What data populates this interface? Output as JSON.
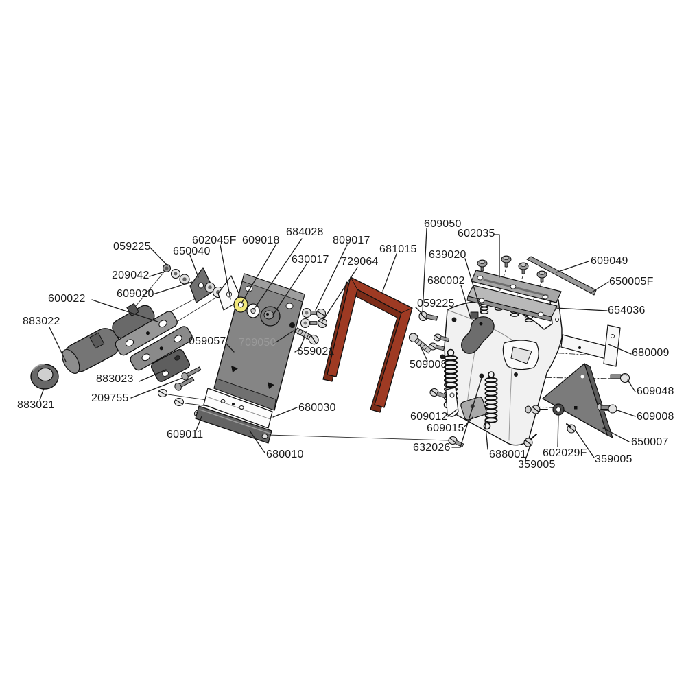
{
  "diagram": {
    "type": "exploded-parts-diagram",
    "colors": {
      "background": "#ffffff",
      "label": "#1b1b1b",
      "muted_label": "#9a9a9a",
      "highlight_frame": "#9e3a23",
      "highlight_frame_shadow": "#7c2c18",
      "highlight_washer": "#f1e87c"
    },
    "labels": [
      {
        "id": "059225-left",
        "text": "059225"
      },
      {
        "id": "650040",
        "text": "650040"
      },
      {
        "id": "602045F",
        "text": "602045F"
      },
      {
        "id": "609018",
        "text": "609018"
      },
      {
        "id": "684028",
        "text": "684028"
      },
      {
        "id": "630017",
        "text": "630017"
      },
      {
        "id": "809017",
        "text": "809017"
      },
      {
        "id": "729064",
        "text": "729064"
      },
      {
        "id": "681015",
        "text": "681015"
      },
      {
        "id": "609050",
        "text": "609050"
      },
      {
        "id": "602035",
        "text": "602035"
      },
      {
        "id": "639020",
        "text": "639020"
      },
      {
        "id": "680002",
        "text": "680002"
      },
      {
        "id": "059225-right",
        "text": "059225"
      },
      {
        "id": "609049",
        "text": "609049"
      },
      {
        "id": "650005F",
        "text": "650005F"
      },
      {
        "id": "654036",
        "text": "654036"
      },
      {
        "id": "680009",
        "text": "680009"
      },
      {
        "id": "209042",
        "text": "209042"
      },
      {
        "id": "609020",
        "text": "609020"
      },
      {
        "id": "600022",
        "text": "600022"
      },
      {
        "id": "883022",
        "text": "883022"
      },
      {
        "id": "059057",
        "text": "059057"
      },
      {
        "id": "709050",
        "text": "709050",
        "muted": true
      },
      {
        "id": "659021",
        "text": "659021"
      },
      {
        "id": "509008",
        "text": "509008"
      },
      {
        "id": "883023",
        "text": "883023"
      },
      {
        "id": "209755",
        "text": "209755"
      },
      {
        "id": "883021",
        "text": "883021"
      },
      {
        "id": "609011",
        "text": "609011"
      },
      {
        "id": "680030",
        "text": "680030"
      },
      {
        "id": "680010",
        "text": "680010"
      },
      {
        "id": "609012",
        "text": "609012"
      },
      {
        "id": "609015",
        "text": "609015"
      },
      {
        "id": "632026",
        "text": "632026"
      },
      {
        "id": "688001",
        "text": "688001"
      },
      {
        "id": "359005-center",
        "text": "359005"
      },
      {
        "id": "602029F",
        "text": "602029F"
      },
      {
        "id": "359005-right",
        "text": "359005"
      },
      {
        "id": "609048",
        "text": "609048"
      },
      {
        "id": "609008",
        "text": "609008"
      },
      {
        "id": "650007",
        "text": "650007"
      }
    ]
  }
}
